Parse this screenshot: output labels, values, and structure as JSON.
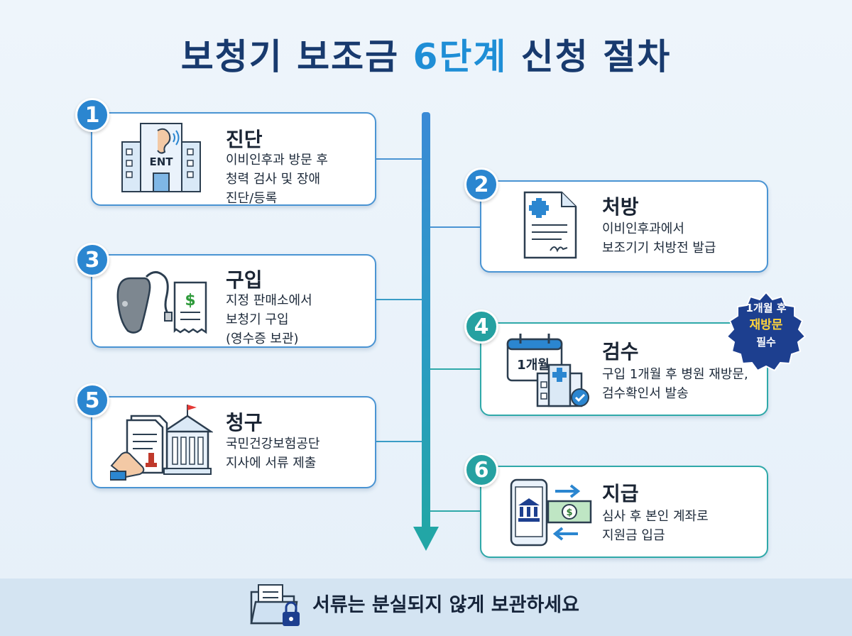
{
  "title": {
    "prefix": "보청기 보조금 ",
    "highlight": "6단계",
    "suffix": " 신청 절차"
  },
  "steps": [
    {
      "num": "1",
      "title": "진단",
      "desc": "이비인후과 방문 후\n청력 검사 및 장애\n진단/등록",
      "icon_label": "ENT"
    },
    {
      "num": "2",
      "title": "처방",
      "desc": "이비인후과에서\n보조기기 처방전 발급"
    },
    {
      "num": "3",
      "title": "구입",
      "desc": "지정 판매소에서\n보청기 구입\n(영수증 보관)",
      "icon_label": "$"
    },
    {
      "num": "4",
      "title": "검수",
      "desc": "구입 1개월 후 병원 재방문,\n검수확인서 발송",
      "icon_label": "1개월"
    },
    {
      "num": "5",
      "title": "청구",
      "desc": "국민건강보험공단\n지사에 서류 제출"
    },
    {
      "num": "6",
      "title": "지급",
      "desc": "심사 후 본인 계좌로\n지원금 입금"
    }
  ],
  "seal": {
    "line1": "1개월 후",
    "line2": "재방문",
    "line3": "필수"
  },
  "footer": {
    "text": "서류는 분실되지 않게 보관하세요"
  },
  "colors": {
    "blue": "#2b86d0",
    "teal": "#26a1a1",
    "navy": "#183a6e",
    "seal": "#1d3f8f"
  },
  "icons": [
    "hospital-ent-icon",
    "prescription-icon",
    "hearing-aid-receipt-icon",
    "calendar-hospital-check-icon",
    "documents-building-icon",
    "phone-bank-money-icon",
    "folder-lock-icon"
  ]
}
